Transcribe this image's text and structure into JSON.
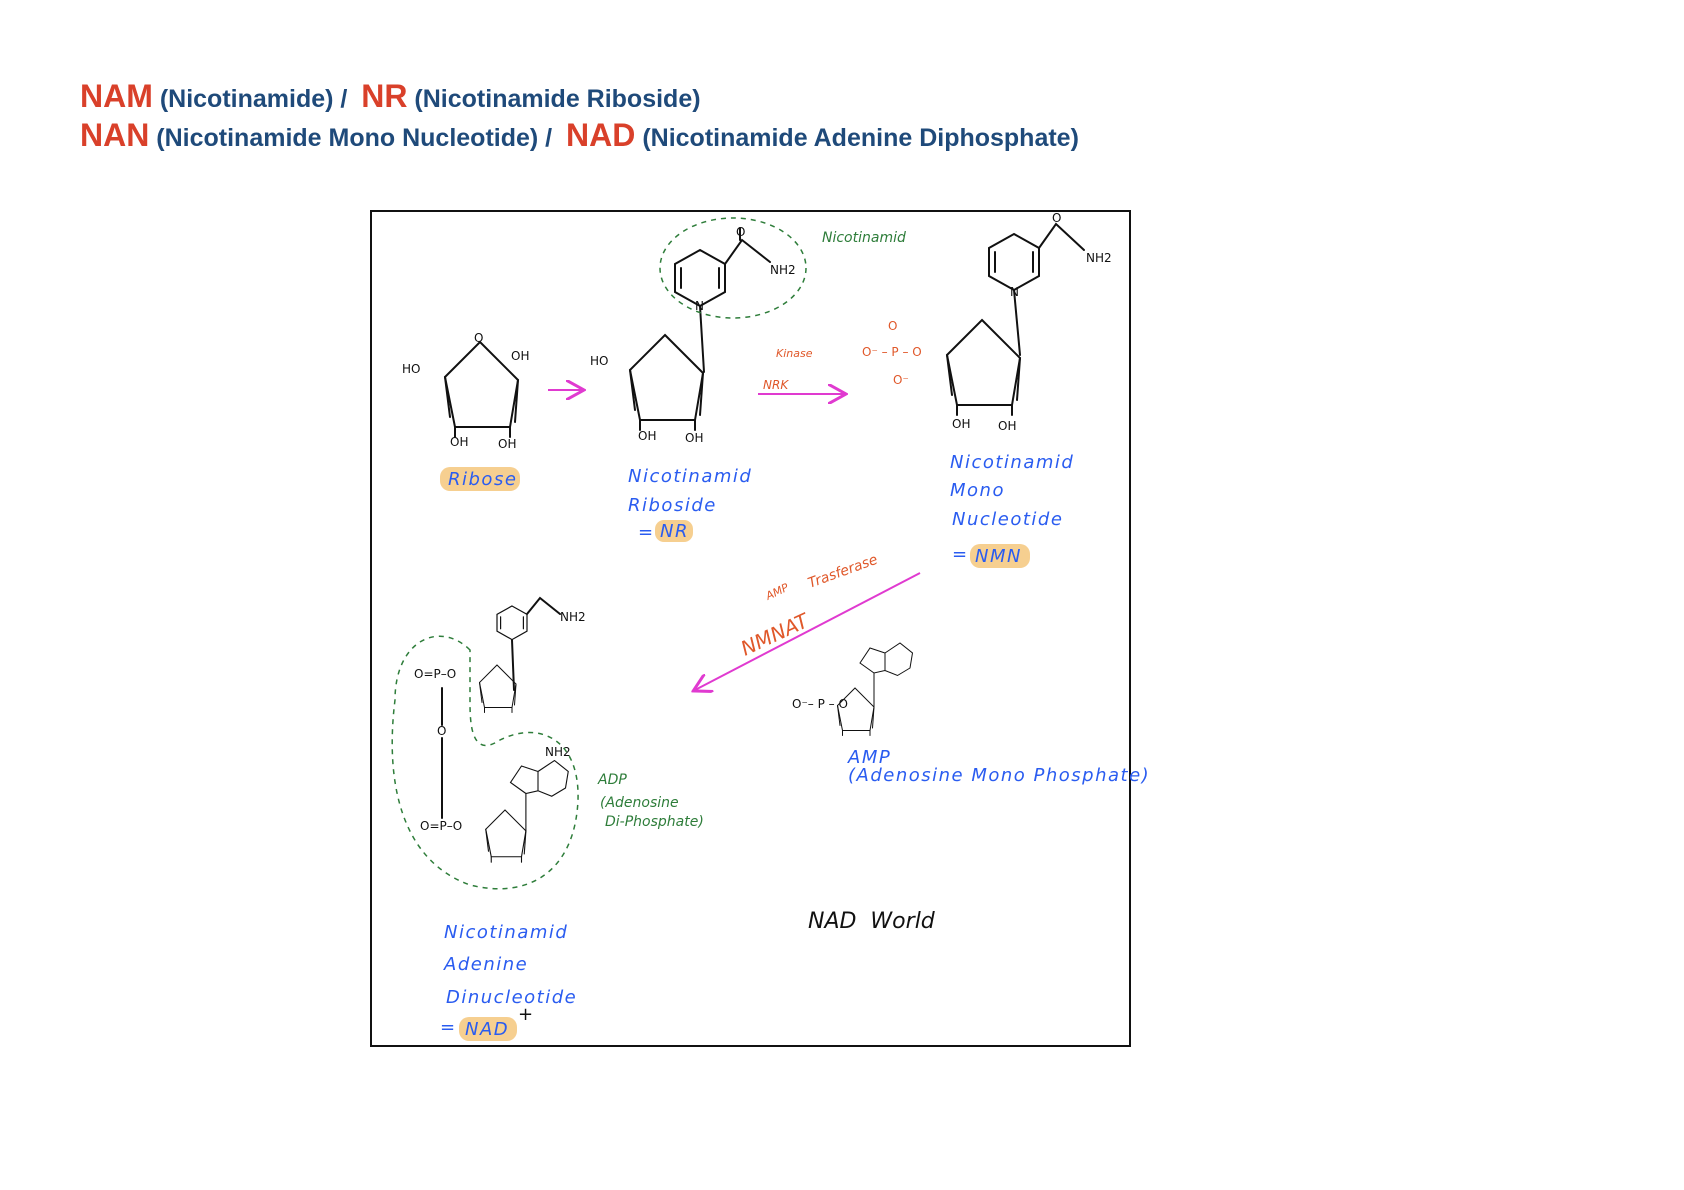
{
  "header": {
    "line1": [
      {
        "abbr": "NAM",
        "full": "(Nicotinamide) /"
      },
      {
        "abbr": "NR",
        "full": "(Nicotinamide Riboside)"
      }
    ],
    "line2": [
      {
        "abbr": "NAN",
        "full": "(Nicotinamide Mono Nucleotide) /"
      },
      {
        "abbr": "NAD",
        "full": "(Nicotinamide Adenine Diphosphate)"
      }
    ]
  },
  "diagram": {
    "ribose": {
      "label": "Ribose",
      "ho": "HO",
      "oh": "OH",
      "o": "O"
    },
    "nr": {
      "line1": "Nicotinamid",
      "line2": "Riboside",
      "eq": "=",
      "abbr": "NR",
      "nicotinamid_note": "Nicotinamid",
      "nh2": "NH2"
    },
    "kinase": {
      "top": "Kinase",
      "bottom": "NRK"
    },
    "nmn": {
      "line1": "Nicotinamid",
      "line2": "Mono",
      "line3": "Nucleotide",
      "eq": "=",
      "abbr": "NMN",
      "phosphate": "O⁻ – P – O"
    },
    "nmnat": {
      "label": "NMNAT",
      "amp": "AMP",
      "transferase": "Trasferase"
    },
    "amp": {
      "label": "AMP",
      "full": "(Adenosine Mono Phosphate)",
      "nh2": "NH2"
    },
    "adp": {
      "label": "ADP",
      "full1": "(Adenosine",
      "full2": "Di-Phosphate)"
    },
    "nad": {
      "line1": "Nicotinamid",
      "line2": "Adenine",
      "line3": "Dinucleotide",
      "eq": "=",
      "abbr": "NAD",
      "sup": "+"
    },
    "title": "NAD  World"
  },
  "colors": {
    "red": "#d9402a",
    "navy": "#1f4a7a",
    "blue": "#2a5cf0",
    "green": "#2e7d3a",
    "magenta": "#e03ad0",
    "highlight": "#f6cf90"
  }
}
